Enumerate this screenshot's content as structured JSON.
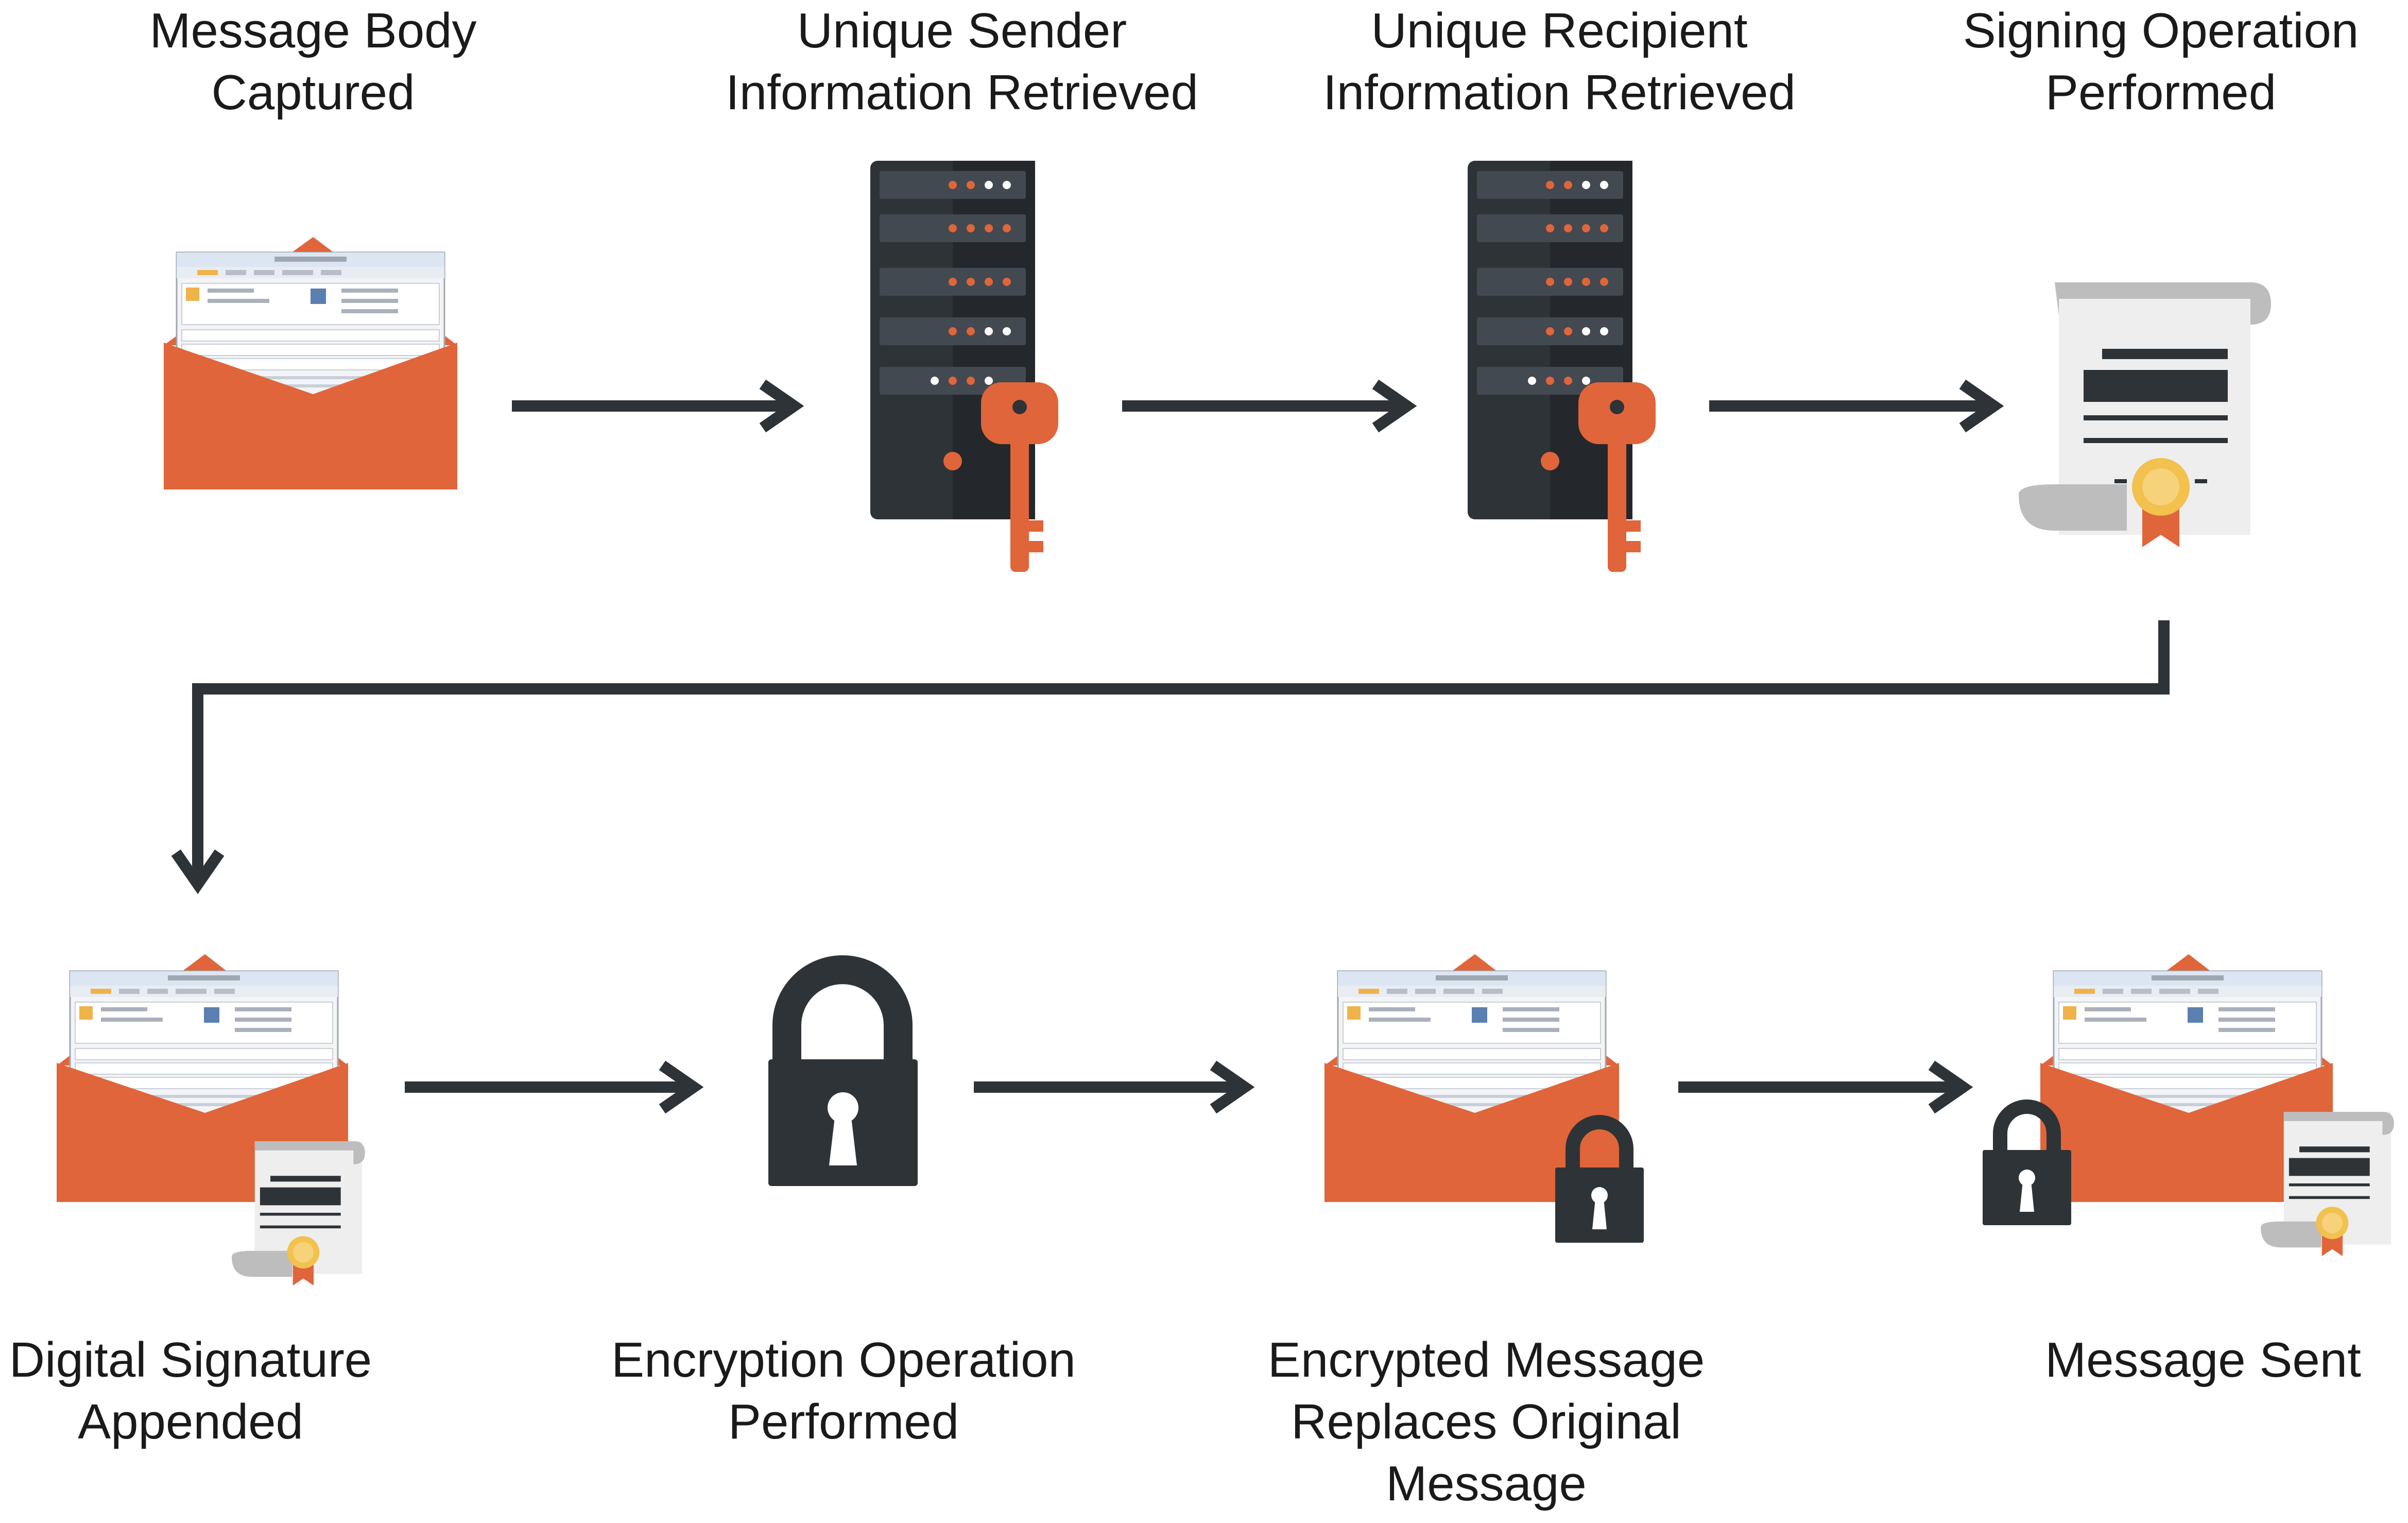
{
  "diagram": {
    "steps": [
      {
        "id": "message-body",
        "lines": [
          "Message Body",
          "Captured"
        ]
      },
      {
        "id": "sender-info",
        "lines": [
          "Unique Sender",
          "Information Retrieved"
        ]
      },
      {
        "id": "recipient-info",
        "lines": [
          "Unique Recipient",
          "Information Retrieved"
        ]
      },
      {
        "id": "signing",
        "lines": [
          "Signing Operation",
          "Performed"
        ]
      },
      {
        "id": "signature-appended",
        "lines": [
          "Digital Signature",
          "Appended"
        ]
      },
      {
        "id": "encryption",
        "lines": [
          "Encryption Operation",
          "Performed"
        ]
      },
      {
        "id": "encrypted-replaces",
        "lines": [
          "Encrypted Message",
          "Replaces Original",
          "Message"
        ]
      },
      {
        "id": "message-sent",
        "lines": [
          "Message Sent"
        ]
      }
    ],
    "icons": [
      "open-envelope-with-email-window",
      "server-rack-with-key",
      "server-rack-with-key",
      "certificate-scroll",
      "envelope-with-certificate",
      "padlock",
      "envelope-with-padlock",
      "envelope-with-padlock-and-certificate"
    ],
    "colors": {
      "orange": "#E0653A",
      "dark": "#2E3338",
      "gold": "#F2C14E",
      "paper": "#EEEEEE",
      "shadow": "#BDBDBD",
      "text": "#1A1A1A"
    }
  }
}
